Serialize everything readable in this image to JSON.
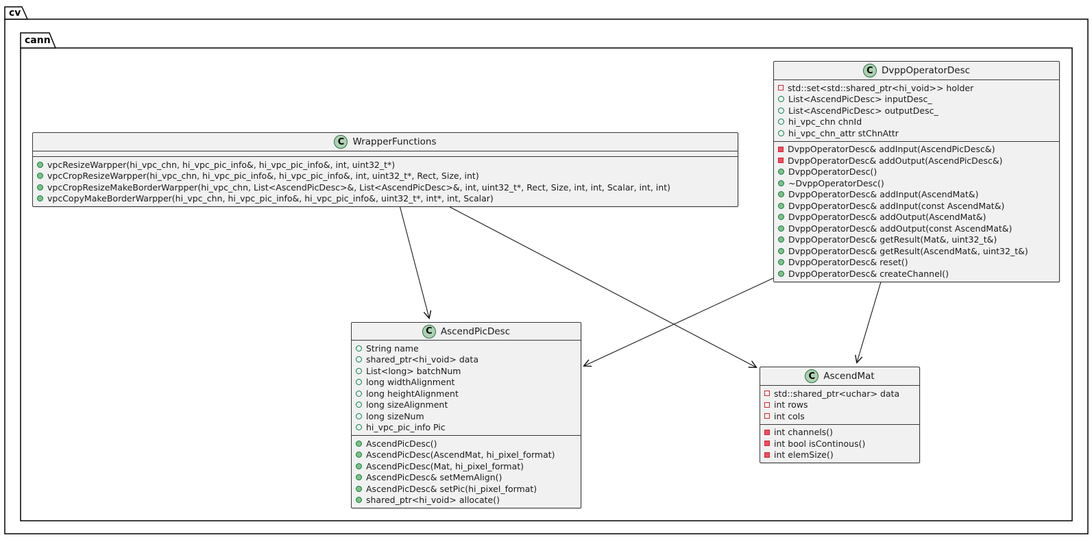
{
  "packages": {
    "outer_label": "cv",
    "inner_label": "cann"
  },
  "class_icon_letter": "C",
  "colors": {
    "box_fill": "#f1f1f1",
    "box_border": "#383838",
    "class_icon_fill": "#add1b2",
    "public_green_fill": "#84be84",
    "public_green_border": "#038048",
    "private_red_fill": "#f24d5c",
    "private_red_border": "#c82930",
    "arrow": "#181818"
  },
  "classes": [
    {
      "name": "WrapperFunctions",
      "fields": [],
      "methods": [
        {
          "icon": "public-method",
          "text": "vpcResizeWarpper(hi_vpc_chn, hi_vpc_pic_info&, hi_vpc_pic_info&, int, uint32_t*)"
        },
        {
          "icon": "public-method",
          "text": "vpcCropResizeWarpper(hi_vpc_chn, hi_vpc_pic_info&, hi_vpc_pic_info&, int, uint32_t*, Rect, Size, int)"
        },
        {
          "icon": "public-method",
          "text": "vpcCropResizeMakeBorderWarpper(hi_vpc_chn, List<AscendPicDesc>&, List<AscendPicDesc>&, int, uint32_t*, Rect, Size, int, int, Scalar, int, int)"
        },
        {
          "icon": "public-method",
          "text": "vpcCopyMakeBorderWarpper(hi_vpc_chn, hi_vpc_pic_info&, hi_vpc_pic_info&, uint32_t*, int*, int, Scalar)"
        }
      ]
    },
    {
      "name": "DvppOperatorDesc",
      "fields": [
        {
          "icon": "private-field",
          "text": "std::set<std::shared_ptr<hi_void>> holder"
        },
        {
          "icon": "public-field",
          "text": "List<AscendPicDesc> inputDesc_"
        },
        {
          "icon": "public-field",
          "text": "List<AscendPicDesc> outputDesc_"
        },
        {
          "icon": "public-field",
          "text": "hi_vpc_chn chnId"
        },
        {
          "icon": "public-field",
          "text": "hi_vpc_chn_attr stChnAttr"
        }
      ],
      "methods": [
        {
          "icon": "private-method",
          "text": "DvppOperatorDesc& addInput(AscendPicDesc&)"
        },
        {
          "icon": "private-method",
          "text": "DvppOperatorDesc& addOutput(AscendPicDesc&)"
        },
        {
          "icon": "public-method",
          "text": "DvppOperatorDesc()"
        },
        {
          "icon": "public-method",
          "text": "~DvppOperatorDesc()"
        },
        {
          "icon": "public-method",
          "text": "DvppOperatorDesc& addInput(AscendMat&)"
        },
        {
          "icon": "public-method",
          "text": "DvppOperatorDesc& addInput(const AscendMat&)"
        },
        {
          "icon": "public-method",
          "text": "DvppOperatorDesc& addOutput(AscendMat&)"
        },
        {
          "icon": "public-method",
          "text": "DvppOperatorDesc& addOutput(const AscendMat&)"
        },
        {
          "icon": "public-method",
          "text": "DvppOperatorDesc& getResult(Mat&, uint32_t&)"
        },
        {
          "icon": "public-method",
          "text": "DvppOperatorDesc& getResult(AscendMat&, uint32_t&)"
        },
        {
          "icon": "public-method",
          "text": "DvppOperatorDesc& reset()"
        },
        {
          "icon": "public-method",
          "text": "DvppOperatorDesc& createChannel()"
        }
      ]
    },
    {
      "name": "AscendPicDesc",
      "fields": [
        {
          "icon": "public-field",
          "text": "String name"
        },
        {
          "icon": "public-field",
          "text": "shared_ptr<hi_void> data"
        },
        {
          "icon": "public-field",
          "text": "List<long> batchNum"
        },
        {
          "icon": "public-field",
          "text": "long widthAlignment"
        },
        {
          "icon": "public-field",
          "text": "long heightAlignment"
        },
        {
          "icon": "public-field",
          "text": "long sizeAlignment"
        },
        {
          "icon": "public-field",
          "text": "long sizeNum"
        },
        {
          "icon": "public-field",
          "text": "hi_vpc_pic_info Pic"
        }
      ],
      "methods": [
        {
          "icon": "public-method",
          "text": "AscendPicDesc()"
        },
        {
          "icon": "public-method",
          "text": "AscendPicDesc(AscendMat, hi_pixel_format)"
        },
        {
          "icon": "public-method",
          "text": "AscendPicDesc(Mat, hi_pixel_format)"
        },
        {
          "icon": "public-method",
          "text": "AscendPicDesc& setMemAlign()"
        },
        {
          "icon": "public-method",
          "text": "AscendPicDesc& setPic(hi_pixel_format)"
        },
        {
          "icon": "public-method",
          "text": "shared_ptr<hi_void> allocate()"
        }
      ]
    },
    {
      "name": "AscendMat",
      "fields": [
        {
          "icon": "private-field",
          "text": "std::shared_ptr<uchar> data"
        },
        {
          "icon": "private-field",
          "text": "int rows"
        },
        {
          "icon": "private-field",
          "text": "int cols"
        }
      ],
      "methods": [
        {
          "icon": "private-method",
          "text": "int channels()"
        },
        {
          "icon": "private-method",
          "text": "int bool isContinous()"
        },
        {
          "icon": "private-method",
          "text": "int elemSize()"
        }
      ]
    }
  ],
  "relations": [
    {
      "from": "WrapperFunctions",
      "to": "AscendPicDesc"
    },
    {
      "from": "WrapperFunctions",
      "to": "AscendMat"
    },
    {
      "from": "DvppOperatorDesc",
      "to": "AscendPicDesc"
    },
    {
      "from": "DvppOperatorDesc",
      "to": "AscendMat"
    }
  ]
}
